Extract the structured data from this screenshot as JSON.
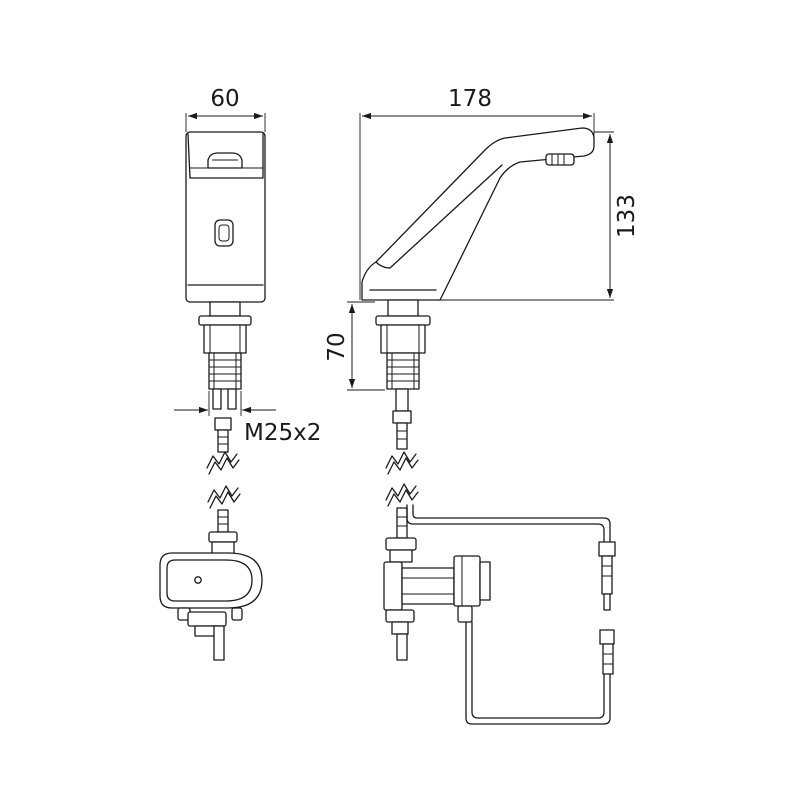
{
  "dimensions": {
    "width": "60",
    "depth": "178",
    "height": "133",
    "shank_length": "70",
    "thread": "M25x2"
  },
  "colors": {
    "line": "#1a1a1a",
    "background": "#ffffff"
  }
}
